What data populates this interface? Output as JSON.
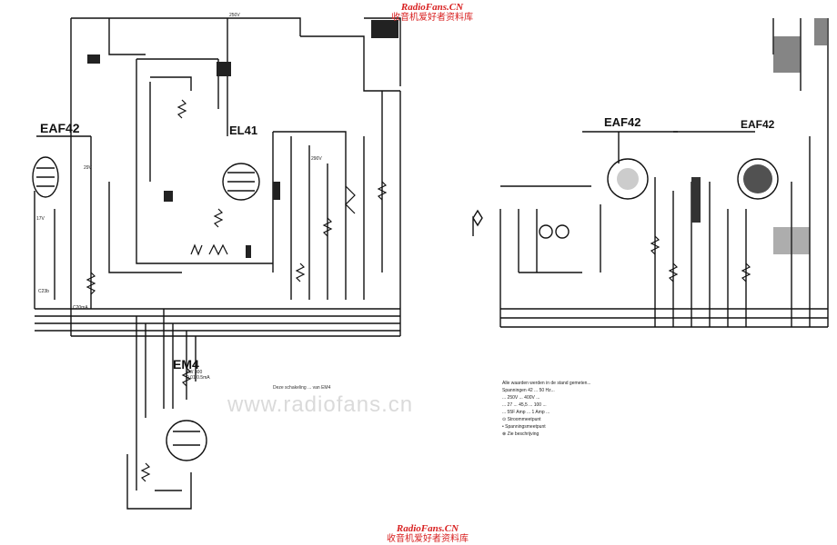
{
  "watermark_top": {
    "brand": "RadioFans.CN",
    "subtitle": "收音机爱好者资料库"
  },
  "watermark_bottom": {
    "brand": "RadioFans.CN",
    "subtitle": "收音机爱好者资料库"
  },
  "center_watermark": "www.radiofans.cn",
  "tubes": {
    "eaf42_left": "EAF42",
    "el41": "EL41",
    "em4": "EM4",
    "eaf42_right": "EAF42",
    "eaf42_right2": "EAF42"
  },
  "components": {
    "c23b": "C23b",
    "c20ma": "C20mA",
    "em4_values": "4W 300\n0.01 0.5mA",
    "v17": "17V",
    "v29": "29V",
    "v250": "250V",
    "v290": "290V"
  },
  "legend": {
    "lines": [
      "Alle waarden werden in de stand gemeten...",
      "Spanningen 42 ... 50 Hz...",
      "... 250V ... 400V ...",
      "... 27 ... 45,5 ... 100 ...",
      "... 55F  Amp ... 1 Amp ...",
      "Stroommeetpunt",
      "Spanningsmeetpunt",
      "Zie beschrijving"
    ]
  },
  "note": "Deze schakeling ... van EM4"
}
